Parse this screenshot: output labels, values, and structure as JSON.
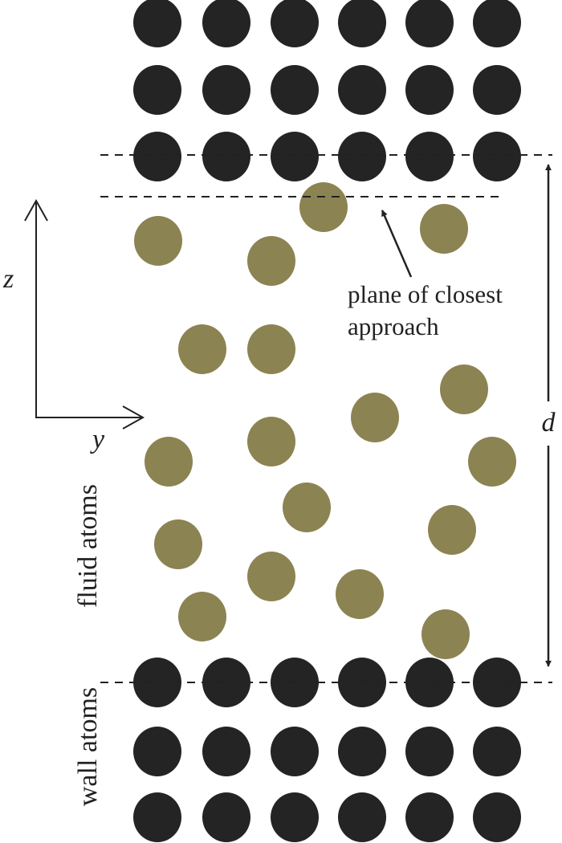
{
  "labels": {
    "z_axis": "z",
    "y_axis": "y",
    "distance": "d",
    "plane_line1": "plane of closest",
    "plane_line2": "approach",
    "fluid": "fluid atoms",
    "wall": "wall atoms"
  },
  "colors": {
    "wall_atom": "#242424",
    "fluid_atom": "#8c8352",
    "line": "#222222"
  },
  "wall_atoms": {
    "columns": 6,
    "rows_per_wall": 3
  }
}
